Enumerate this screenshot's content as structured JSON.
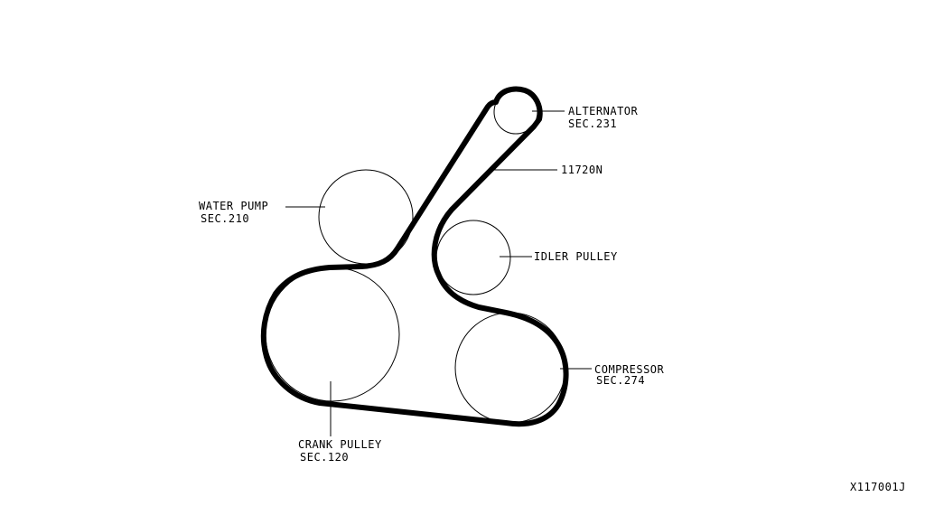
{
  "diagram": {
    "belt_part_number": "11720N",
    "figure_code": "X117001J",
    "pulleys": {
      "alternator": {
        "name": "ALTERNATOR",
        "section": "SEC.231"
      },
      "water_pump": {
        "name": "WATER PUMP",
        "section": "SEC.210"
      },
      "idler": {
        "name": "IDLER PULLEY"
      },
      "compressor": {
        "name": "COMPRESSOR",
        "section": "SEC.274"
      },
      "crank": {
        "name": "CRANK PULLEY",
        "section": "SEC.120"
      }
    }
  }
}
